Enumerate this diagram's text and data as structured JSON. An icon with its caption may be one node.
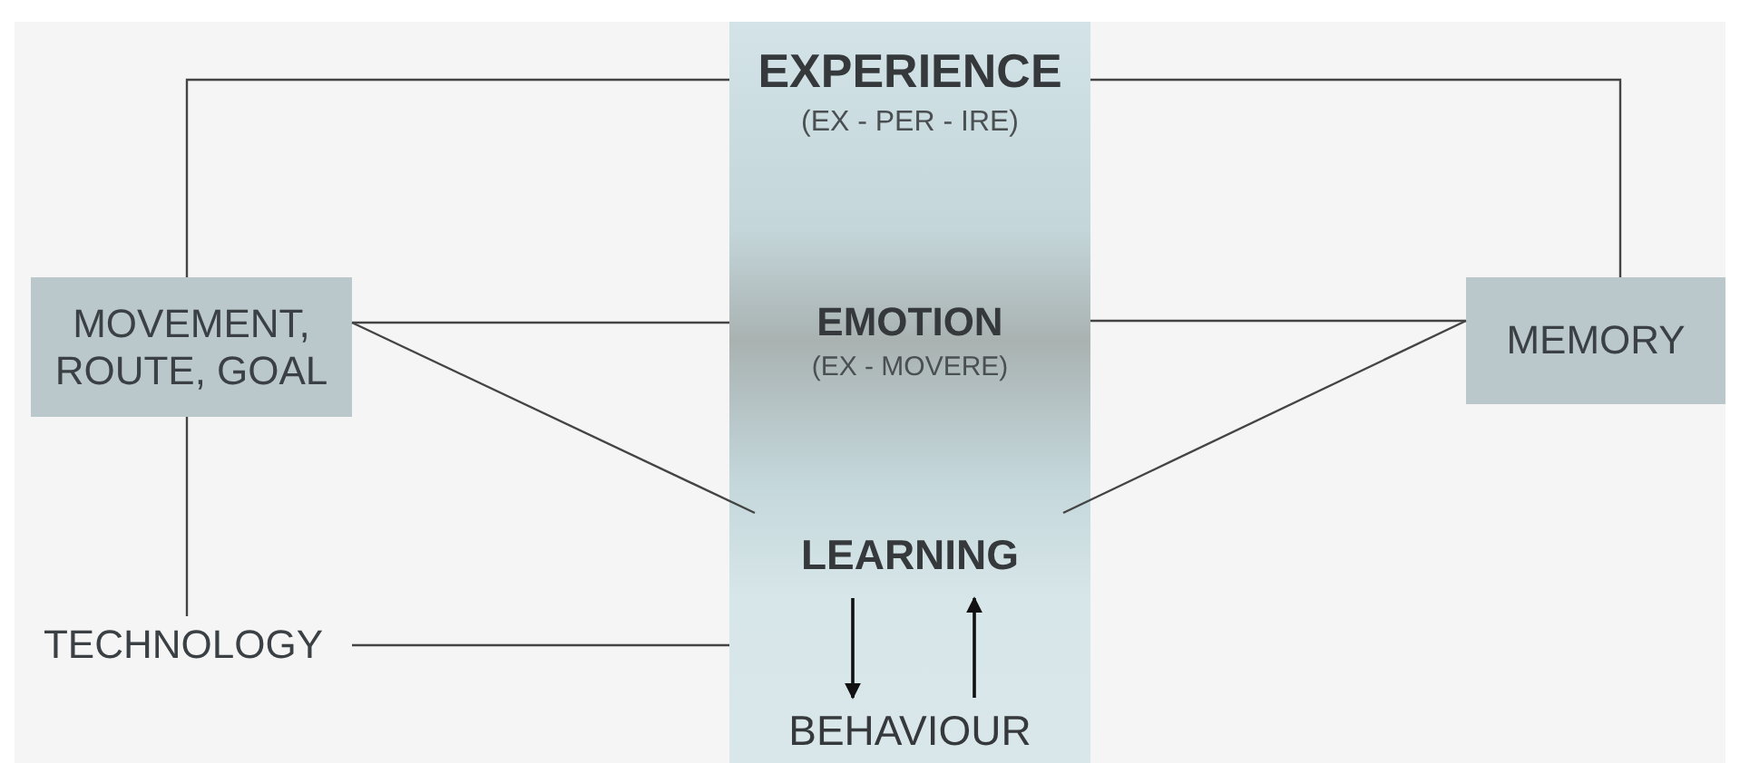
{
  "diagram": {
    "nodes": [
      {
        "text": [],
        "shape": "bar"
      },
      {
        "text": [
          "EXPERIENCE",
          "(EX - PER - IRE)"
        ],
        "in": 0
      },
      {
        "text": [
          "MOVEMENT, ROUTE, GOAL"
        ]
      },
      {
        "text": [
          "EMOTION",
          "(EX - MOVERE)"
        ],
        "in": 0
      },
      {
        "text": [
          "MEMORY"
        ]
      },
      {
        "text": [
          "LEARNING"
        ],
        "in": 0
      },
      {
        "text": [
          "TECHNOLOGY"
        ]
      },
      {
        "text": [
          "BEHAVIOUR"
        ],
        "in": 0
      }
    ],
    "edges": [
      {
        "from": 1,
        "to": 2,
        "arrow": "none"
      },
      {
        "from": 1,
        "to": 4,
        "arrow": "none"
      },
      {
        "from": 2,
        "to": 3,
        "arrow": "none"
      },
      {
        "from": 2,
        "to": 5,
        "arrow": "none"
      },
      {
        "from": 2,
        "to": 6,
        "arrow": "none"
      },
      {
        "from": 4,
        "to": 3,
        "arrow": "none"
      },
      {
        "from": 4,
        "to": 5,
        "arrow": "none"
      },
      {
        "from": 6,
        "to": 0,
        "arrow": "none"
      },
      {
        "from": 5,
        "to": 7,
        "arrow": "to"
      },
      {
        "from": 7,
        "to": 5,
        "arrow": "to"
      }
    ]
  }
}
